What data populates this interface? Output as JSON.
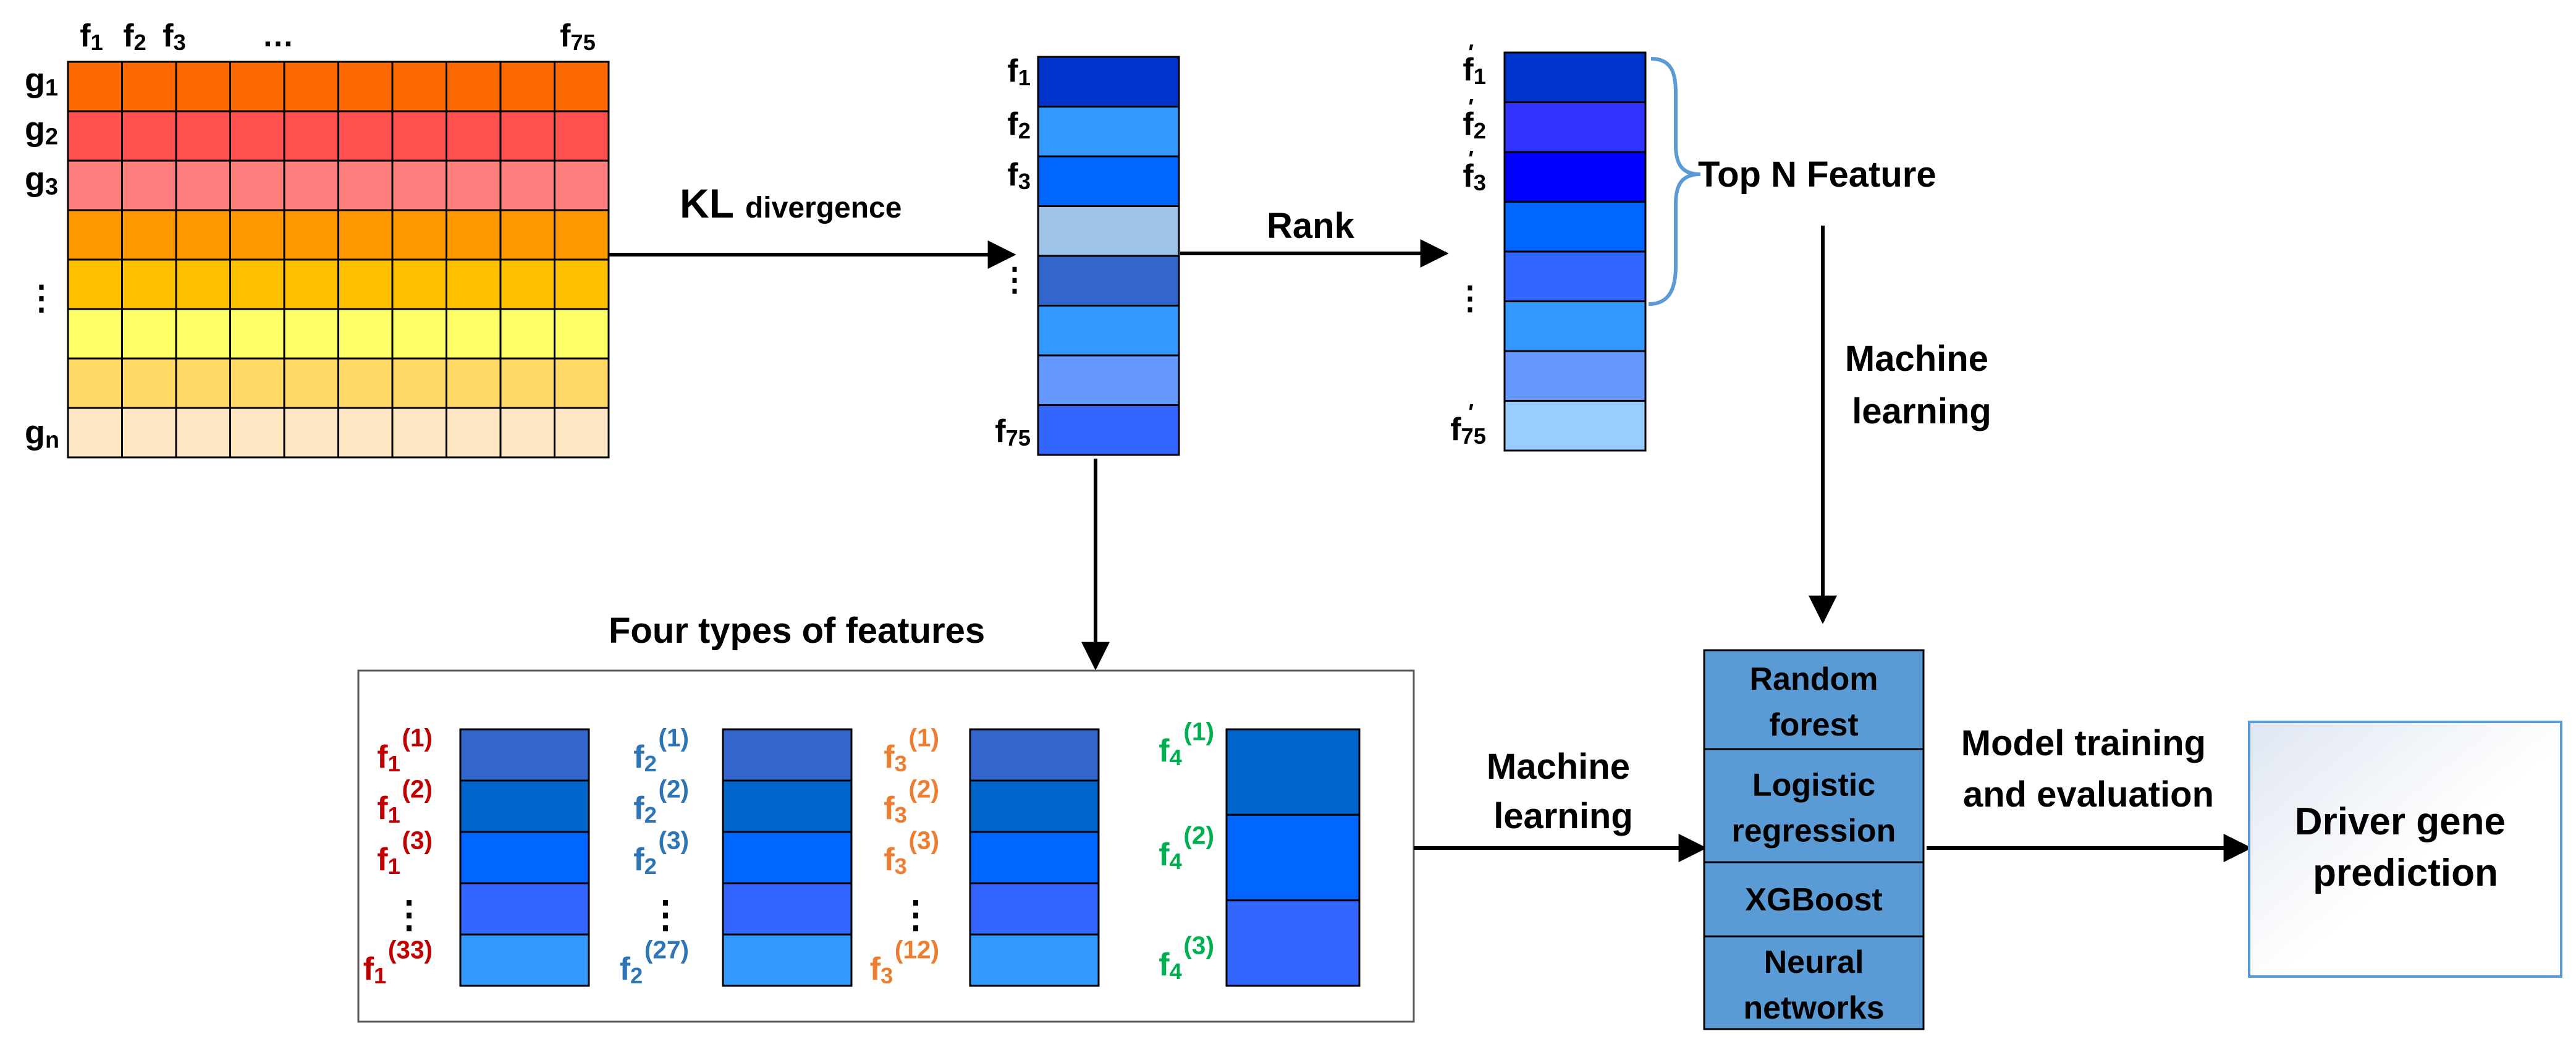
{
  "matrix": {
    "column_labels": [
      {
        "text": "f",
        "sub": "1"
      },
      {
        "text": "f",
        "sub": "2"
      },
      {
        "text": "f",
        "sub": "3"
      },
      {
        "text": "…",
        "sub": ""
      },
      {
        "text": "f",
        "sub": "75"
      }
    ],
    "row_labels": [
      {
        "text": "g",
        "sub": "1"
      },
      {
        "text": "g",
        "sub": "2"
      },
      {
        "text": "g",
        "sub": "3"
      },
      {
        "text": "⋮",
        "sub": ""
      },
      {
        "text": "g",
        "sub": "n"
      }
    ],
    "row_colors": [
      "#ff6a00",
      "#ff5050",
      "#ff7f7f",
      "#ff9900",
      "#ffc000",
      "#ffff66",
      "#ffd966",
      "#ffe7c4"
    ]
  },
  "kl_label": {
    "main": "KL",
    "sub": "divergence"
  },
  "kl_vector": {
    "labels": [
      {
        "text": "f",
        "sub": "1"
      },
      {
        "text": "f",
        "sub": "2"
      },
      {
        "text": "f",
        "sub": "3"
      },
      {
        "text": "⋮",
        "sub": ""
      },
      {
        "text": "f",
        "sub": "75"
      }
    ],
    "colors": [
      "#0033cc",
      "#3399ff",
      "#0066ff",
      "#9dc3e6",
      "#3366cc",
      "#3399ff",
      "#6699ff",
      "#3366ff"
    ]
  },
  "rank_label": "Rank",
  "ranked_vector": {
    "labels": [
      {
        "text": "f",
        "sub": "1"
      },
      {
        "text": "f",
        "sub": "2"
      },
      {
        "text": "f",
        "sub": "3"
      },
      {
        "text": "⋮",
        "sub": ""
      },
      {
        "text": "f",
        "sub": "75"
      }
    ],
    "prime": "′",
    "colors": [
      "#0033cc",
      "#3333ff",
      "#0000ff",
      "#0066ff",
      "#3366ff",
      "#3399ff",
      "#6699ff",
      "#99ccff"
    ]
  },
  "top_n_label": "Top N Feature",
  "ml_label_right": [
    "Machine",
    "learning"
  ],
  "four_types_title": "Four types of features",
  "feature_groups": [
    {
      "base": "f",
      "sub": "1",
      "sups": [
        "(1)",
        "(2)",
        "(3)",
        "(33)"
      ],
      "color": "#c00000",
      "block_colors": [
        "#3366cc",
        "#0066cc",
        "#0066ff",
        "#3366ff",
        "#3399ff"
      ]
    },
    {
      "base": "f",
      "sub": "2",
      "sups": [
        "(1)",
        "(2)",
        "(3)",
        "(27)"
      ],
      "color": "#2e75b6",
      "block_colors": [
        "#3366cc",
        "#0066cc",
        "#0066ff",
        "#3366ff",
        "#3399ff"
      ]
    },
    {
      "base": "f",
      "sub": "3",
      "sups": [
        "(1)",
        "(2)",
        "(3)",
        "(12)"
      ],
      "color": "#ed7d31",
      "block_colors": [
        "#3366cc",
        "#0066cc",
        "#0066ff",
        "#3366ff",
        "#3399ff"
      ]
    },
    {
      "base": "f",
      "sub": "4",
      "sups": [
        "(1)",
        "(2)",
        "(3)"
      ],
      "color": "#00b050",
      "block_colors": [
        "#0066cc",
        "#0066ff",
        "#3366ff"
      ]
    }
  ],
  "ml_label_bottom": [
    "Machine",
    "learning"
  ],
  "models": [
    {
      "lines": [
        "Random",
        "forest"
      ]
    },
    {
      "lines": [
        "Logistic",
        "regression"
      ]
    },
    {
      "lines": [
        "XGBoost"
      ]
    },
    {
      "lines": [
        "Neural",
        "networks"
      ]
    }
  ],
  "model_fill": "#5b9bd5",
  "training_label": [
    "Model training",
    "and evaluation"
  ],
  "output_box": [
    "Driver gene",
    "prediction"
  ]
}
